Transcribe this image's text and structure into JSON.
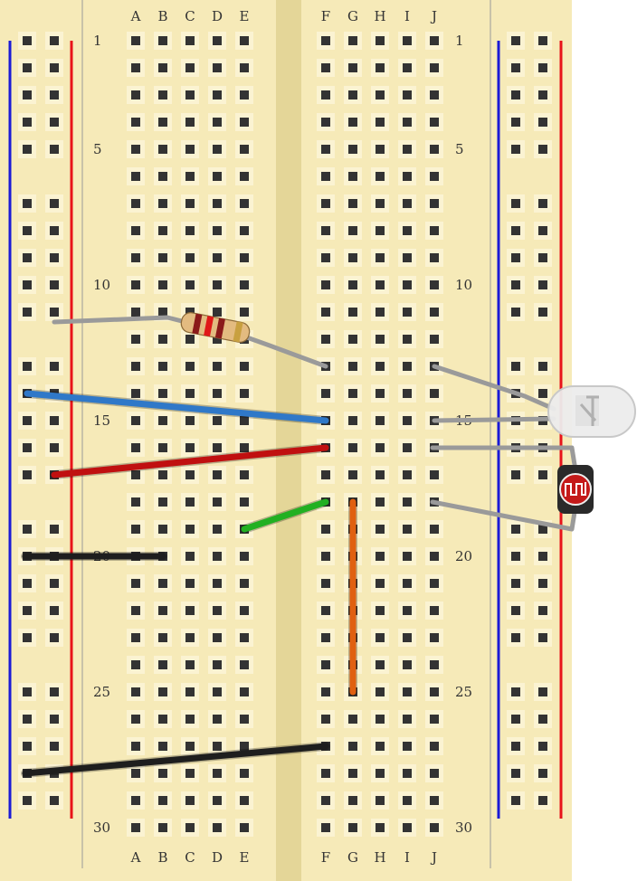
{
  "board": {
    "colors": {
      "board": "#f6eab8",
      "channel": "#e4d698",
      "hole": "#333333",
      "hole_ring": "#fbf3d2",
      "rail_blue": "#1a1ad6",
      "rail_red": "#e8131a",
      "divider": "#b9b4a4"
    },
    "column_labels": [
      "A",
      "B",
      "C",
      "D",
      "E",
      "F",
      "G",
      "H",
      "I",
      "J"
    ],
    "row_labels": [
      "1",
      "5",
      "10",
      "15",
      "20",
      "25",
      "30"
    ],
    "rows": 30
  },
  "wires": [
    {
      "name": "wire-blue",
      "color": "#2f78c8",
      "from": "left-rail-14",
      "to": "F15"
    },
    {
      "name": "wire-red",
      "color": "#c01010",
      "from": "left-rail-17",
      "to": "F16"
    },
    {
      "name": "wire-green",
      "color": "#22b022",
      "from": "E19",
      "to": "F18"
    },
    {
      "name": "wire-black-top",
      "color": "#1e1e1e",
      "from": "left-rail-20",
      "to": "B20"
    },
    {
      "name": "wire-orange",
      "color": "#e06010",
      "from": "G18",
      "to": "G25"
    },
    {
      "name": "wire-black-bottom",
      "color": "#1e1e1e",
      "from": "left-rail-28",
      "to": "F27"
    }
  ],
  "components": {
    "resistor": {
      "name": "resistor",
      "band_colors": [
        "#8b1a1a",
        "#e01818",
        "#8b1a1a",
        "#c8a040"
      ],
      "body_color": "#e3bb80"
    },
    "led": {
      "name": "led",
      "color": "#ececec"
    },
    "photoresistor": {
      "name": "photoresistor",
      "color": "#c41a1a"
    },
    "leads": {
      "color": "#9a9a9a"
    }
  }
}
